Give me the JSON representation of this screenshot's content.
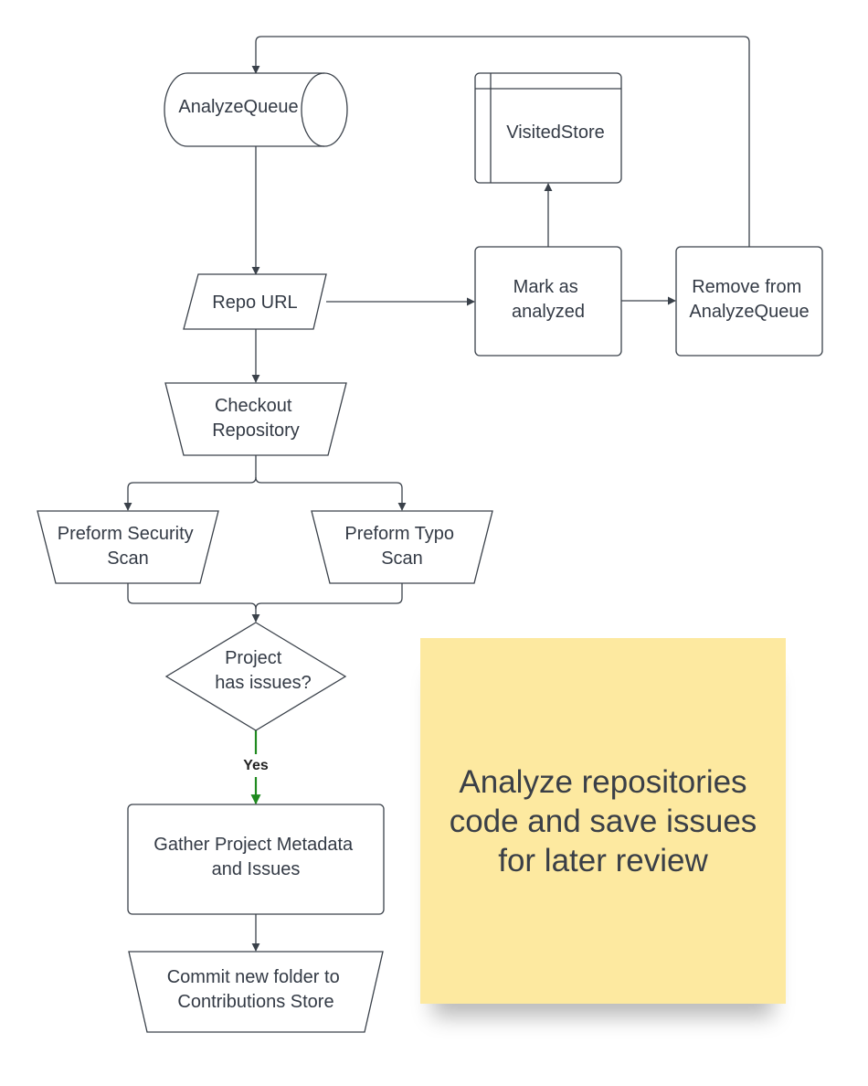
{
  "diagram": {
    "nodes": {
      "analyze_queue": [
        "AnalyzeQueue"
      ],
      "visited_store": [
        "VisitedStore"
      ],
      "repo_url": [
        "Repo URL"
      ],
      "mark_analyzed": [
        "Mark as",
        "analyzed"
      ],
      "remove_from_queue": [
        "Remove from",
        "AnalyzeQueue"
      ],
      "checkout_repo": [
        "Checkout",
        "Repository"
      ],
      "security_scan": [
        "Preform Security",
        "Scan"
      ],
      "typo_scan": [
        "Preform Typo",
        "Scan"
      ],
      "has_issues": [
        "Project",
        "has issues?"
      ],
      "gather_metadata": [
        "Gather Project Metadata",
        "and Issues"
      ],
      "commit_folder": [
        "Commit new folder to",
        "Contributions Store"
      ]
    },
    "edge_labels": {
      "yes": "Yes"
    },
    "edge_colors": {
      "default": "#3a414a",
      "yes": "#1f8a1f"
    }
  },
  "sticky_note": {
    "text": "Analyze repositories\ncode and save issues\nfor later review",
    "color": "#fde9a0"
  }
}
